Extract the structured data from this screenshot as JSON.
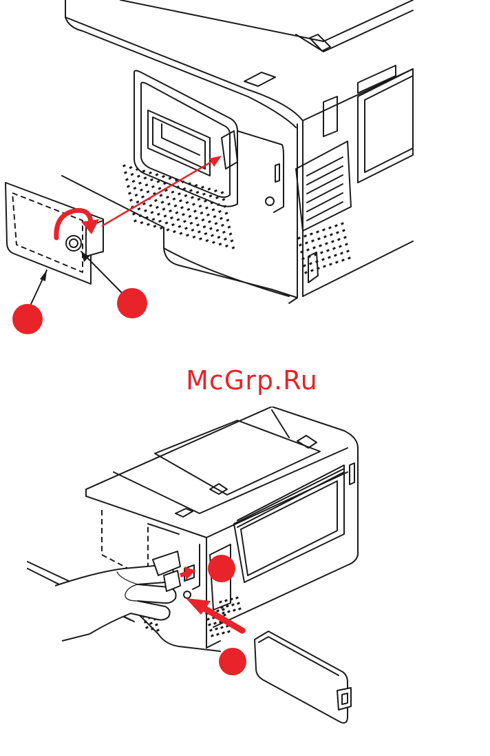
{
  "watermark": {
    "text": "McGrp.Ru",
    "color": "#e8232a"
  },
  "colors": {
    "line": "#1a1a1a",
    "callout": "#e8232a",
    "background": "#ffffff"
  },
  "figures": [
    {
      "name": "remove-cover-figure",
      "callouts": [
        {
          "name": "callout-cover",
          "label": ""
        },
        {
          "name": "callout-screw",
          "label": ""
        }
      ],
      "arrows": [
        "rotate-arrow",
        "remove-direction-arrow"
      ]
    },
    {
      "name": "install-cover-figure",
      "callouts": [
        {
          "name": "callout-slot",
          "label": ""
        },
        {
          "name": "callout-cover-insert",
          "label": ""
        }
      ],
      "arrows": [
        "insert-arrow",
        "slide-arrow"
      ]
    }
  ]
}
